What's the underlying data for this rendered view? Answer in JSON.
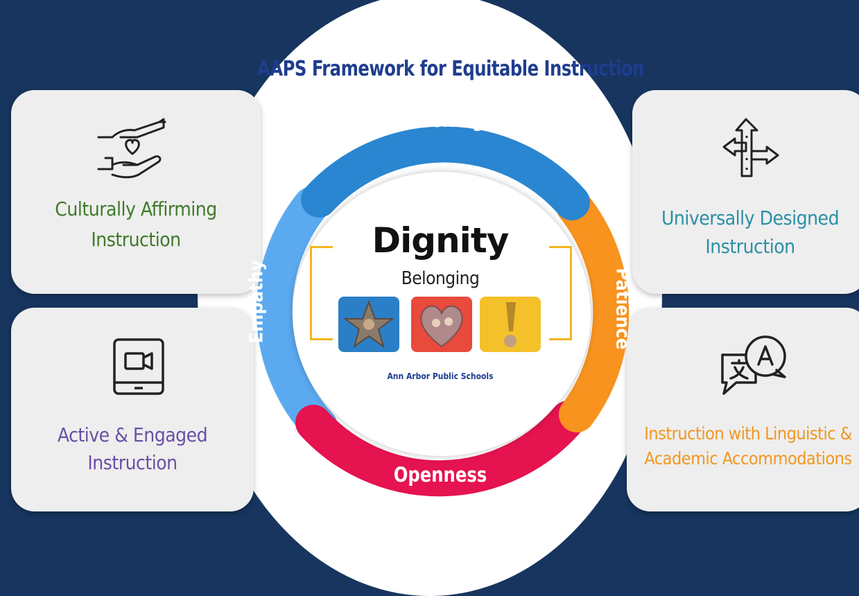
{
  "title": "AAPS Framework for Equitable Instruction",
  "center": {
    "headline": "Dignity",
    "subheadline": "Belonging",
    "organization": "Ann Arbor Public Schools"
  },
  "ring_segments": [
    {
      "label": "Listening",
      "color": "#2a86d1"
    },
    {
      "label": "Patience",
      "color": "#f7931e"
    },
    {
      "label": "Openness",
      "color": "#e5134f"
    },
    {
      "label": "Empathy",
      "color": "#5baaf0"
    }
  ],
  "cards": [
    {
      "label_line1": "Culturally Affirming",
      "label_line2": "Instruction",
      "icon": "hands-heart-icon",
      "color": "#3f7a2a"
    },
    {
      "label_line1": "Universally Designed",
      "label_line2": "Instruction",
      "icon": "crossroads-arrows-icon",
      "color": "#2c8fa6"
    },
    {
      "label_line1": "Active & Engaged",
      "label_line2": "Instruction",
      "icon": "tablet-video-icon",
      "color": "#6a4fa6"
    },
    {
      "label_line1": "Instruction with Linguistic &",
      "label_line2": "Academic Accommodations",
      "icon": "translate-bubbles-icon",
      "color": "#f2961f"
    }
  ],
  "colors": {
    "background": "#17355e",
    "title": "#1f3d8f",
    "bracket": "#f2b51c",
    "card_background": "#eeeeee"
  }
}
